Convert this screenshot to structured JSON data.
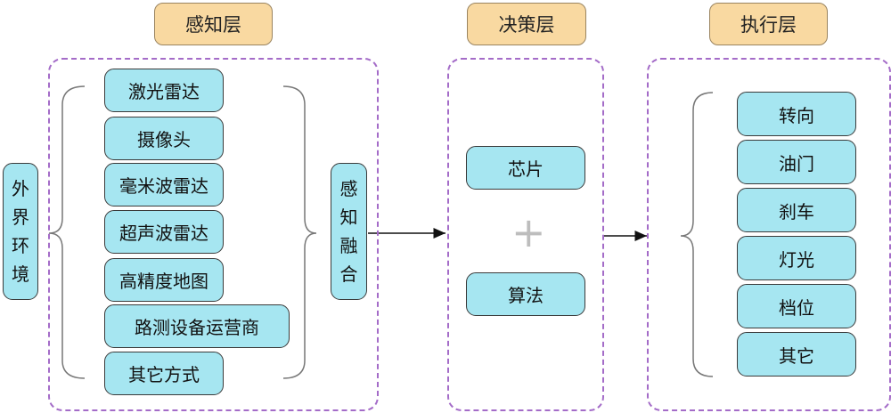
{
  "layers": {
    "perception": "感知层",
    "decision": "决策层",
    "execution": "执行层"
  },
  "environment": [
    "外",
    "界",
    "环",
    "境"
  ],
  "perception_items": [
    "激光雷达",
    "摄像头",
    "毫米波雷达",
    "超声波雷达",
    "高精度地图",
    "路测设备运营商",
    "其它方式"
  ],
  "fusion": [
    "感",
    "知",
    "融",
    "合"
  ],
  "decision_items": [
    "芯片",
    "算法"
  ],
  "plus_symbol": "+",
  "execution_items": [
    "转向",
    "油门",
    "刹车",
    "灯光",
    "档位",
    "其它"
  ],
  "colors": {
    "title_fill": "#f9d9a1",
    "box_fill": "#a6e6f1",
    "group_border": "#a46cc8"
  }
}
